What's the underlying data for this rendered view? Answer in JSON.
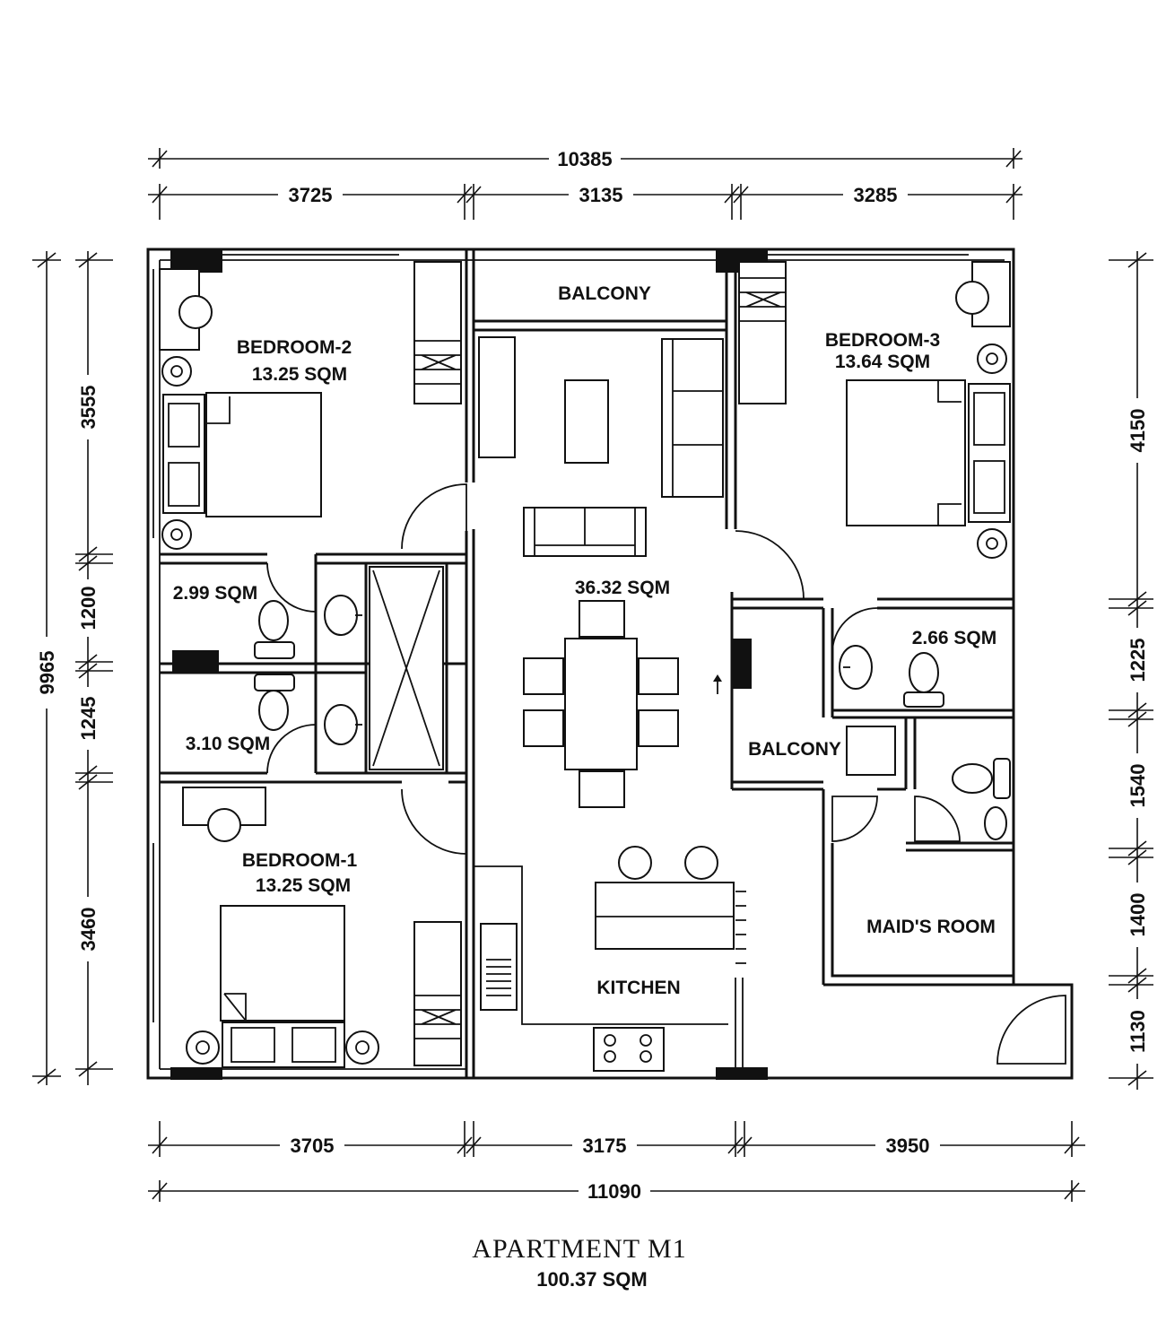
{
  "dimensions": {
    "top_total": "10385",
    "top_segments": [
      "3725",
      "3135",
      "3285"
    ],
    "bottom_segments": [
      "3705",
      "3175",
      "3950"
    ],
    "bottom_total": "11090",
    "left_total": "9965",
    "left_segments": [
      "3555",
      "1200",
      "1245",
      "3460"
    ],
    "right_segments": [
      "4150",
      "1225",
      "1540",
      "1400",
      "1130"
    ]
  },
  "rooms": {
    "bedroom2_name": "BEDROOM-2",
    "bedroom2_area": "13.25 SQM",
    "bedroom3_name": "BEDROOM-3",
    "bedroom3_area": "13.64 SQM",
    "bedroom1_name": "BEDROOM-1",
    "bedroom1_area": "13.25 SQM",
    "balcony_top": "BALCONY",
    "balcony_right": "BALCONY",
    "living_area": "36.32 SQM",
    "bath_top_left": "2.99 SQM",
    "bath_bottom_left": "3.10 SQM",
    "bath_right": "2.66 SQM",
    "kitchen": "KITCHEN",
    "maids_room": "MAID'S ROOM"
  },
  "caption": {
    "title": "APARTMENT M1",
    "area": "100.37 SQM"
  }
}
